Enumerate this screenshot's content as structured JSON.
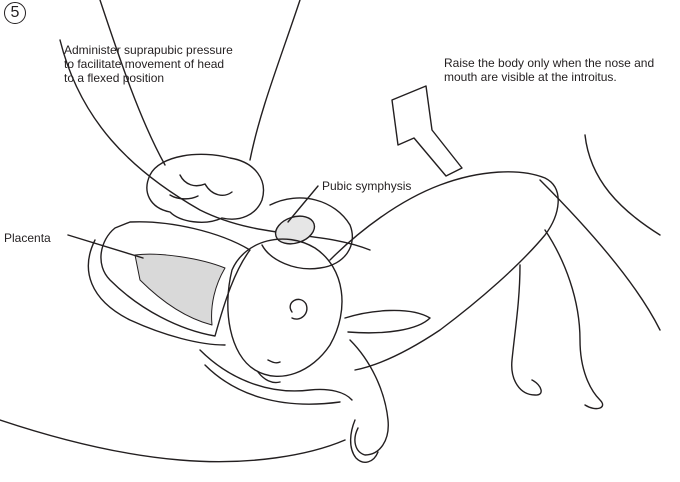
{
  "step": {
    "number": "5"
  },
  "instructions": {
    "suprapubic": [
      "Administer suprapubic pressure",
      "to facilitate movement of head",
      "to a flexed position"
    ],
    "raise_body": [
      "Raise the body only when the nose and",
      "mouth are visible at the introitus."
    ]
  },
  "labels": {
    "pubic_symphysis": "Pubic symphysis",
    "placenta": "Placenta"
  },
  "colors": {
    "ink": "#231f20",
    "paper": "#ffffff"
  }
}
